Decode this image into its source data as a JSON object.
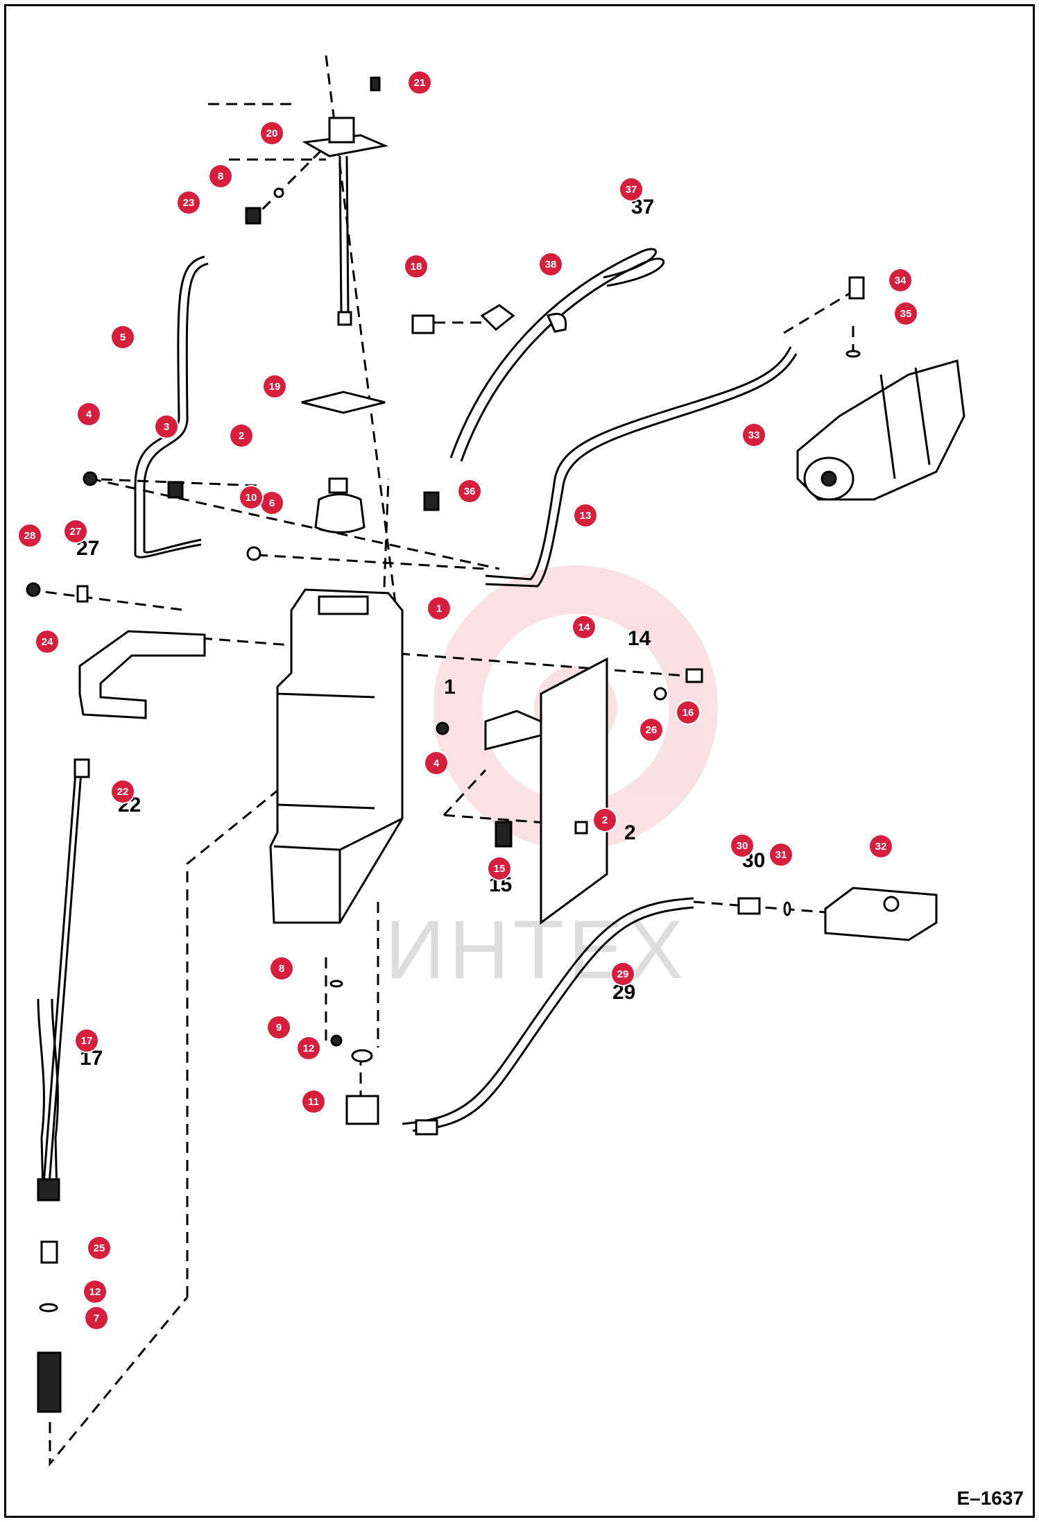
{
  "figure_code": "E–1637",
  "watermark": "ИНТЕХ",
  "markers": [
    {
      "id": "1",
      "label": "1"
    },
    {
      "id": "2a",
      "label": "2"
    },
    {
      "id": "2b",
      "label": "2"
    },
    {
      "id": "3",
      "label": "3"
    },
    {
      "id": "4a",
      "label": "4"
    },
    {
      "id": "4b",
      "label": "4"
    },
    {
      "id": "5",
      "label": "5"
    },
    {
      "id": "6",
      "label": "6"
    },
    {
      "id": "7",
      "label": "7"
    },
    {
      "id": "8a",
      "label": "8"
    },
    {
      "id": "8b",
      "label": "8"
    },
    {
      "id": "9",
      "label": "9"
    },
    {
      "id": "10",
      "label": "10"
    },
    {
      "id": "11",
      "label": "11"
    },
    {
      "id": "12a",
      "label": "12"
    },
    {
      "id": "12b",
      "label": "12"
    },
    {
      "id": "13",
      "label": "13"
    },
    {
      "id": "14",
      "label": "14"
    },
    {
      "id": "15",
      "label": "15"
    },
    {
      "id": "16",
      "label": "16"
    },
    {
      "id": "17",
      "label": "17"
    },
    {
      "id": "18",
      "label": "18"
    },
    {
      "id": "19",
      "label": "19"
    },
    {
      "id": "20",
      "label": "20"
    },
    {
      "id": "21",
      "label": "21"
    },
    {
      "id": "22",
      "label": "22"
    },
    {
      "id": "23",
      "label": "23"
    },
    {
      "id": "24",
      "label": "24"
    },
    {
      "id": "25",
      "label": "25"
    },
    {
      "id": "26",
      "label": "26"
    },
    {
      "id": "27",
      "label": "27"
    },
    {
      "id": "28",
      "label": "28"
    },
    {
      "id": "29",
      "label": "29"
    },
    {
      "id": "30",
      "label": "30"
    },
    {
      "id": "31",
      "label": "31"
    },
    {
      "id": "32",
      "label": "32"
    },
    {
      "id": "33",
      "label": "33"
    },
    {
      "id": "34",
      "label": "34"
    },
    {
      "id": "35",
      "label": "35"
    },
    {
      "id": "36",
      "label": "36"
    },
    {
      "id": "37",
      "label": "37"
    },
    {
      "id": "38",
      "label": "38"
    }
  ]
}
